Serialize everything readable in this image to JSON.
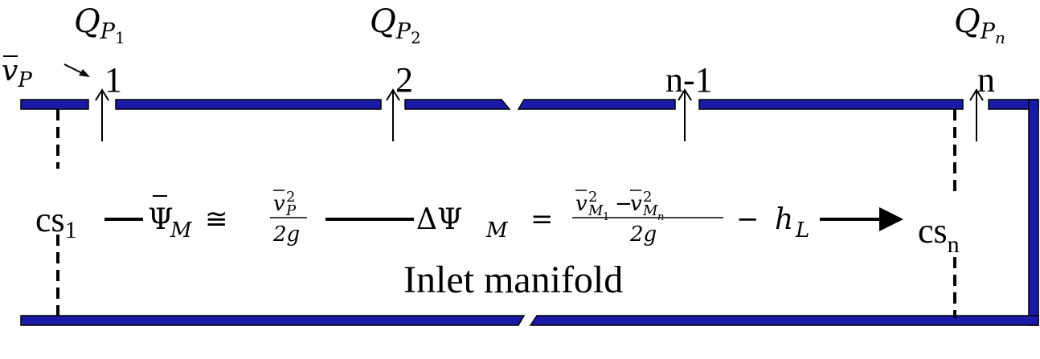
{
  "diagram": {
    "colors": {
      "pipe": "#1a1aa8",
      "pipe_outline": "#000000",
      "line": "#000000",
      "background": "#ffffff"
    },
    "ports": [
      {
        "label": "1",
        "flow_symbol": "Q",
        "flow_subscript": "P",
        "flow_subsub": "1"
      },
      {
        "label": "2",
        "flow_symbol": "Q",
        "flow_subscript": "P",
        "flow_subsub": "2"
      },
      {
        "label": "n-1"
      },
      {
        "label": "n",
        "flow_symbol": "Q",
        "flow_subscript": "P",
        "flow_subsub": "n"
      }
    ],
    "inlet_velocity": {
      "symbol": "v",
      "subscript": "P"
    },
    "control_surfaces": {
      "first": {
        "base": "cs",
        "subscript": "1"
      },
      "last": {
        "base": "cs",
        "subscript": "n"
      }
    },
    "equations": {
      "psi_start": {
        "lhs": "Ψ",
        "lhs_sub": "M",
        "rel": "≅",
        "num": "v",
        "num_sub": "P",
        "num_sup": "2",
        "den": "2g"
      },
      "delta_psi": {
        "lhs": "ΔΨ",
        "lhs_sub": "M",
        "rel": "=",
        "term1": "v",
        "term1_sub": "M",
        "term1_subsub": "1",
        "minus": "−",
        "term2": "v",
        "term2_sub": "M",
        "term2_subsub": "n",
        "sup": "2",
        "den": "2g",
        "loss": "h",
        "loss_sub": "L"
      }
    },
    "manifold_label": "Inlet manifold"
  }
}
